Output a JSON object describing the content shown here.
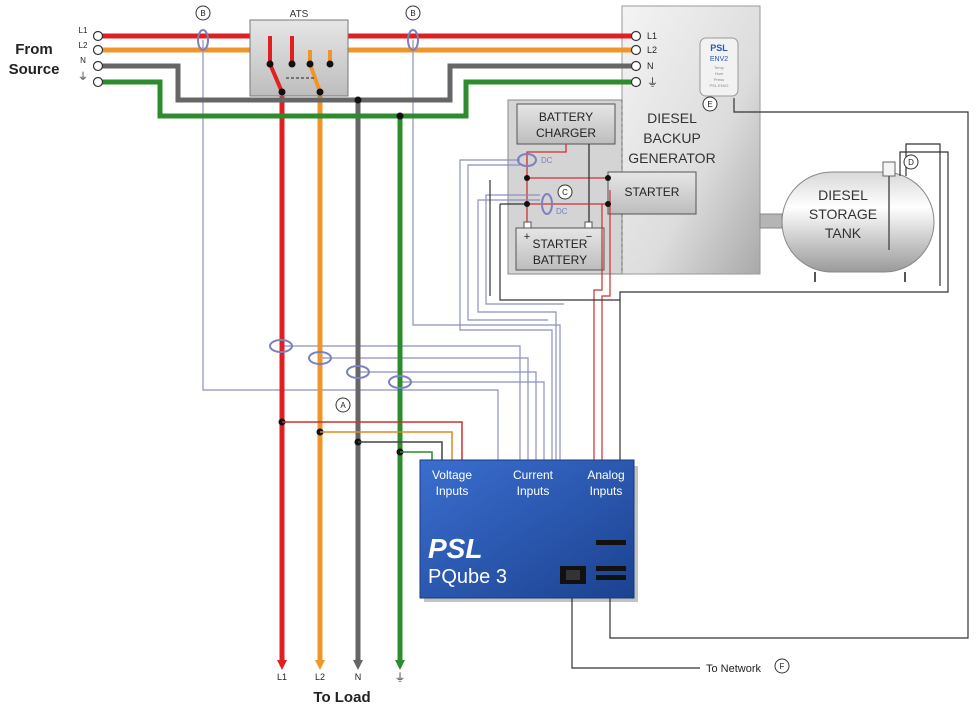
{
  "source": {
    "title_line1": "From",
    "title_line2": "Source",
    "lines": [
      "L1",
      "L2",
      "N",
      "⏚"
    ]
  },
  "load": {
    "title": "To Load",
    "lines": [
      "L1",
      "L2",
      "N",
      "⏚"
    ]
  },
  "ats": {
    "label": "ATS"
  },
  "generator": {
    "line1": "DIESEL",
    "line2": "BACKUP",
    "line3": "GENERATOR",
    "terminals": [
      "L1",
      "L2",
      "N",
      "⏚"
    ]
  },
  "env2": {
    "brand": "PSL",
    "model": "ENV2",
    "small_lines": [
      "Temp",
      "Hum",
      "Press",
      "PSL ENV2"
    ]
  },
  "battery_charger": {
    "line1": "BATTERY",
    "line2": "CHARGER"
  },
  "starter": {
    "label": "STARTER"
  },
  "starter_battery": {
    "line1": "STARTER",
    "line2": "BATTERY",
    "plus": "+",
    "minus": "−"
  },
  "tank": {
    "line1": "DIESEL",
    "line2": "STORAGE",
    "line3": "TANK"
  },
  "dc_label": "DC",
  "markers": {
    "A": "A",
    "B": "B",
    "C": "C",
    "D": "D",
    "E": "E",
    "F": "F"
  },
  "pqube": {
    "brand": "PSL",
    "model": "PQube 3",
    "voltage_line1": "Voltage",
    "voltage_line2": "Inputs",
    "current_line1": "Current",
    "current_line2": "Inputs",
    "analog_line1": "Analog",
    "analog_line2": "Inputs"
  },
  "network": {
    "label": "To Network"
  },
  "colors": {
    "l1": "#e02020",
    "l2": "#f0952a",
    "n": "#666666",
    "gnd": "#2e8b2e",
    "sense": "#8a8fc0",
    "pqube": "#2a56b4"
  },
  "icons": [
    "terminal-circle-icon",
    "ct-ring-icon",
    "ground-icon",
    "network-port-icon"
  ]
}
